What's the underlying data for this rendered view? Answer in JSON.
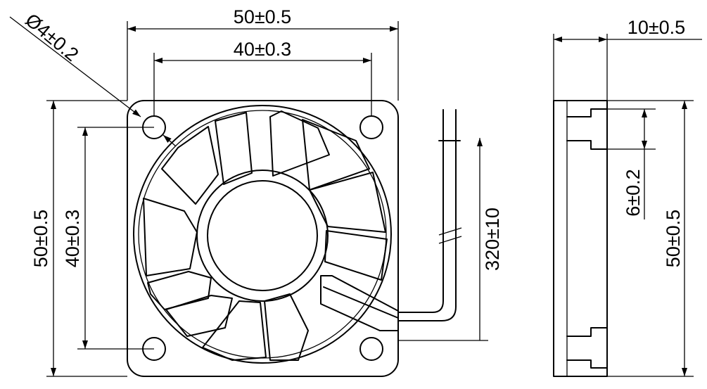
{
  "dimensions": {
    "front_width": "50±0.5",
    "front_hole_spacing_x": "40±0.3",
    "hole_diameter": "Ø4±0.2",
    "front_height": "50±0.5",
    "front_hole_spacing_y": "40±0.3",
    "lead_length": "320±10",
    "side_thickness": "10±0.5",
    "side_boss_width": "6±0.2",
    "side_height": "50±0.5"
  }
}
